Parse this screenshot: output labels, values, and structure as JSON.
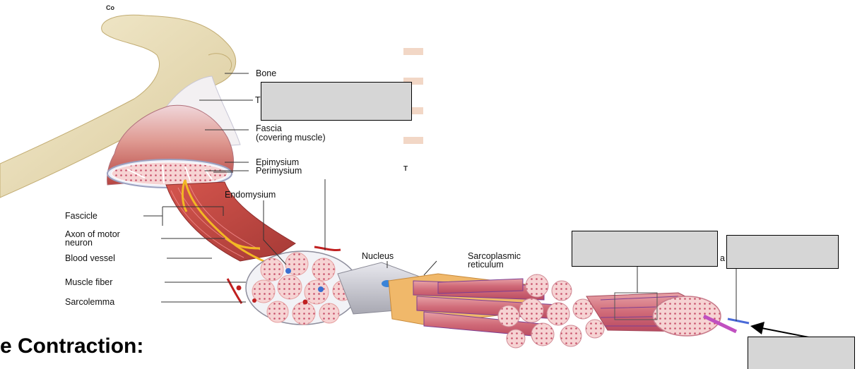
{
  "copyright": "Co",
  "table_fragment": "T",
  "heading": "e Contraction:",
  "labels": {
    "bone": "Bone",
    "tendon_fragment": "T",
    "fascia_1": "Fascia",
    "fascia_2": "(covering muscle)",
    "epimysium": "Epimysium",
    "perimysium": "Perimysium",
    "endomysium": "Endomysium",
    "fascicle": "Fascicle",
    "axon_1": "Axon of motor",
    "axon_2": "neuron",
    "blood_vessel": "Blood vessel",
    "muscle_fiber": "Muscle fiber",
    "sarcolemma": "Sarcolemma",
    "nucleus": "Nucleus",
    "sr_1": "Sarcoplasmic",
    "sr_2": "reticulum",
    "right_fragment": "a"
  },
  "colors": {
    "bone": "#eadfb8",
    "muscle": "#c9564e",
    "muscle_light": "#e39c90",
    "tendon": "#f3f0f2",
    "nerve": "#f2b824",
    "sarcolemma": "#c9c9cf",
    "myofibril": "#d97e85",
    "cover_box": "#d6d6d6"
  }
}
